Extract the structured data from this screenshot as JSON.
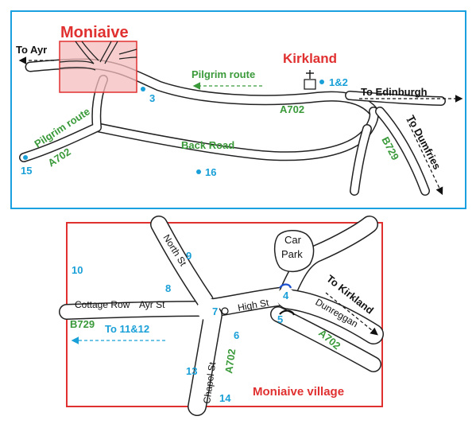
{
  "colors": {
    "frame_top": "#1aa0e0",
    "frame_bottom": "#e03030",
    "route_green": "#3a9a3a",
    "point_blue": "#1aa0d8",
    "title_red": "#e03030",
    "highlight_box": "#f4bcbc"
  },
  "overview": {
    "place_moniaive": "Moniaive",
    "place_kirkland": "Kirkland",
    "to_ayr": "To Ayr",
    "to_edinburgh": "To Edinburgh",
    "to_dumfries": "To Dumfries",
    "pilgrim_route_right": "Pilgrim route",
    "pilgrim_route_left": "Pilgrim route",
    "road_a702_mid": "A702",
    "road_a702_left": "A702",
    "road_b729": "B729",
    "back_road": "Back Road",
    "points": {
      "p3": "3",
      "p1and2": "1&2",
      "p15": "15",
      "p16": "16"
    },
    "church_icon": "church-cross-icon"
  },
  "village": {
    "title": "Moniaive village",
    "car_park_1": "Car",
    "car_park_2": "Park",
    "north_st": "North St",
    "cottage_row": "Cottage Row",
    "ayr_st": "Ayr St",
    "high_st": "High St",
    "chapel_st": "Chapel St",
    "dunreggan": "Dunreggan",
    "to_kirkland": "To Kirkland",
    "road_a702_chapel": "A702",
    "road_a702_dun": "A702",
    "road_b729": "B729",
    "to_11and12": "To 11&12",
    "points": {
      "p4": "4",
      "p5": "5",
      "p6": "6",
      "p7": "7",
      "p8": "8",
      "p9": "9",
      "p10": "10",
      "p13": "13",
      "p14": "14"
    }
  }
}
